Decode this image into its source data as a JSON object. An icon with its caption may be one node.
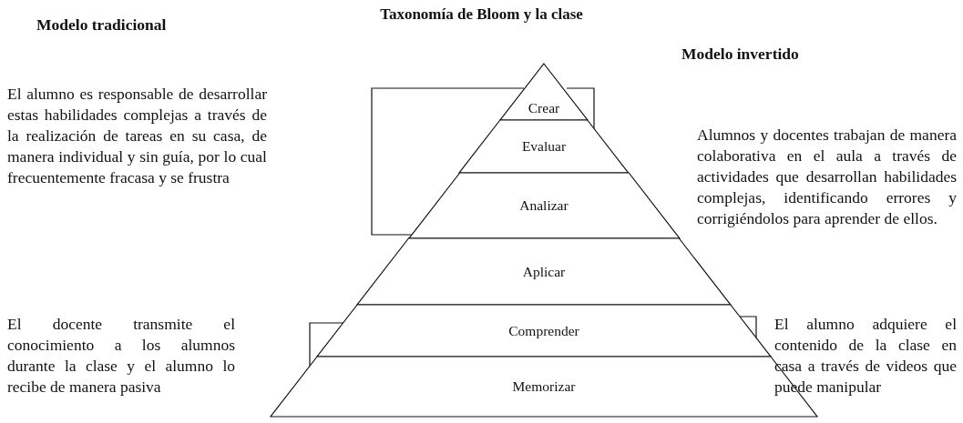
{
  "diagram": {
    "title": "Taxonomía de Bloom y la clase",
    "nodes": [
      {
        "text": [
          "Crear"
        ]
      },
      {
        "text": [
          "Evaluar"
        ]
      },
      {
        "text": [
          "Analizar"
        ]
      },
      {
        "text": [
          "Aplicar"
        ]
      },
      {
        "text": [
          "Comprender"
        ]
      },
      {
        "text": [
          "Memorizar"
        ]
      }
    ],
    "labels": [
      "Modelo tradicional",
      "Modelo invertido",
      "El alumno es responsable de desarrollar estas habilidades complejas a través de la realización de tareas en su casa, de manera individual y sin guía, por lo cual frecuentemente fracasa y se frustra",
      "Alumnos y docentes trabajan de manera colaborativa en el aula a través de actividades que desarrollan habilidades complejas, identificando errores y corrigiéndolos para aprender de ellos.",
      "El docente transmite el conocimiento a los alumnos durante la clase y el alumno lo recibe de manera pasiva",
      "El alumno adquiere el contenido de la clase en casa a través de videos que puede manipular"
    ]
  }
}
